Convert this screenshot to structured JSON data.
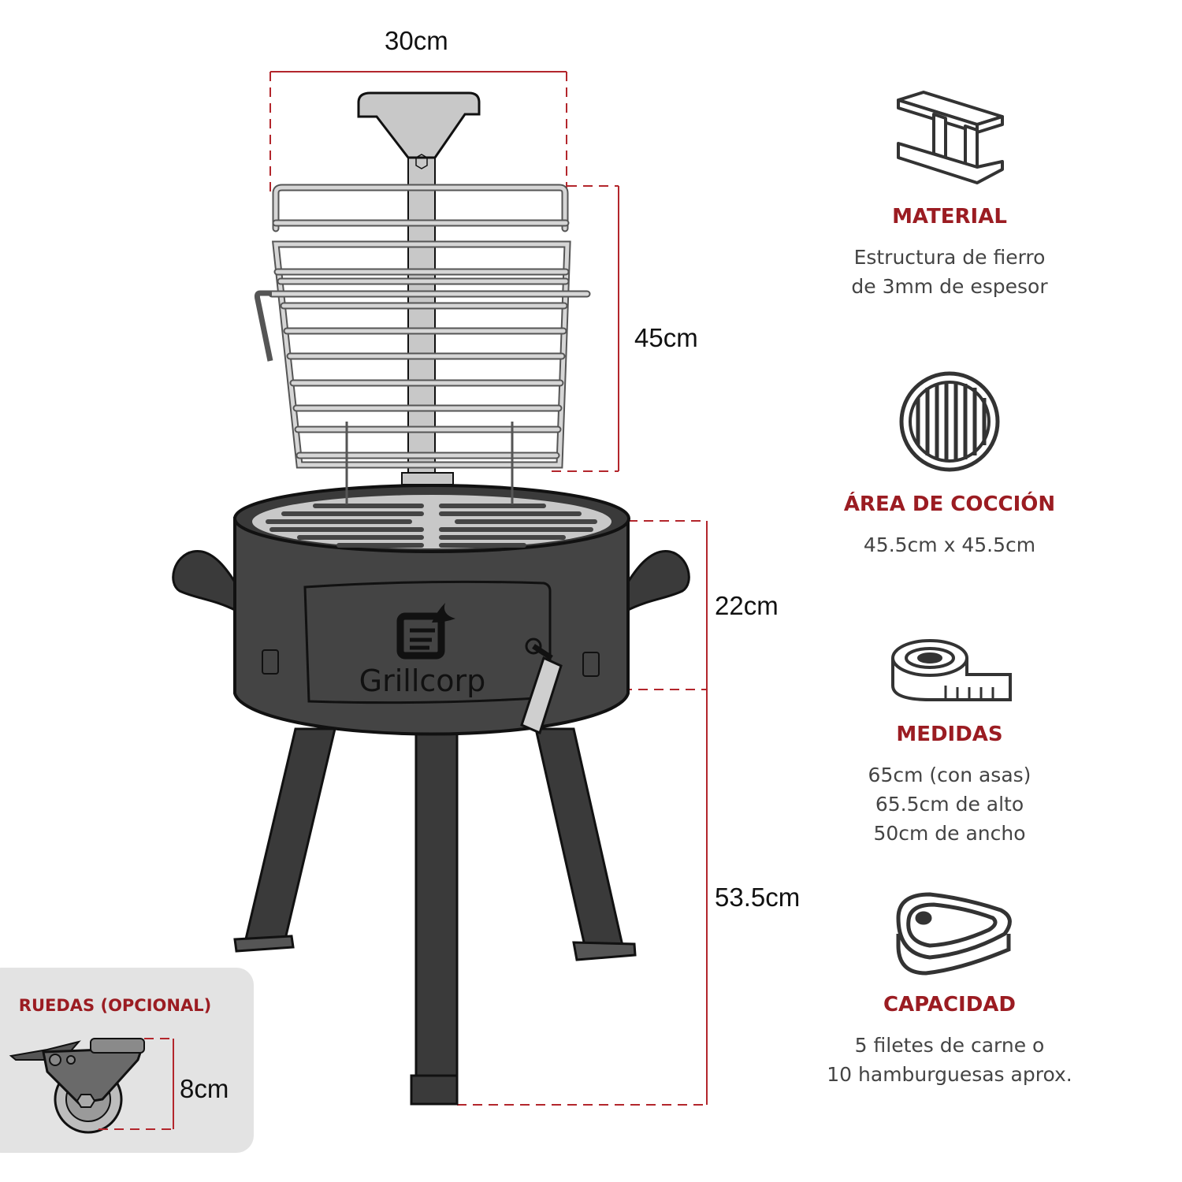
{
  "dimensions": {
    "rack_width": "30cm",
    "rack_height": "45cm",
    "bowl_height": "22cm",
    "leg_height": "53.5cm",
    "wheel_height": "8cm"
  },
  "brand": "Grillcorp",
  "wheels_panel": {
    "title": "RUEDAS (OPCIONAL)"
  },
  "features": [
    {
      "icon": "steel-beam-icon",
      "title": "MATERIAL",
      "lines": [
        "Estructura de fierro",
        "de 3mm de espesor"
      ]
    },
    {
      "icon": "round-grill-icon",
      "title": "ÁREA DE COCCIÓN",
      "lines": [
        "45.5cm x 45.5cm"
      ]
    },
    {
      "icon": "tape-measure-icon",
      "title": "MEDIDAS",
      "lines": [
        "65cm (con asas)",
        "65.5cm de alto",
        "50cm de ancho"
      ]
    },
    {
      "icon": "steak-icon",
      "title": "CAPACIDAD",
      "lines": [
        "5 filetes de carne o",
        "10 hamburguesas aprox."
      ]
    }
  ],
  "colors": {
    "accent": "#9b1c22",
    "body": "#444444",
    "panel": "#e3e3e3"
  }
}
